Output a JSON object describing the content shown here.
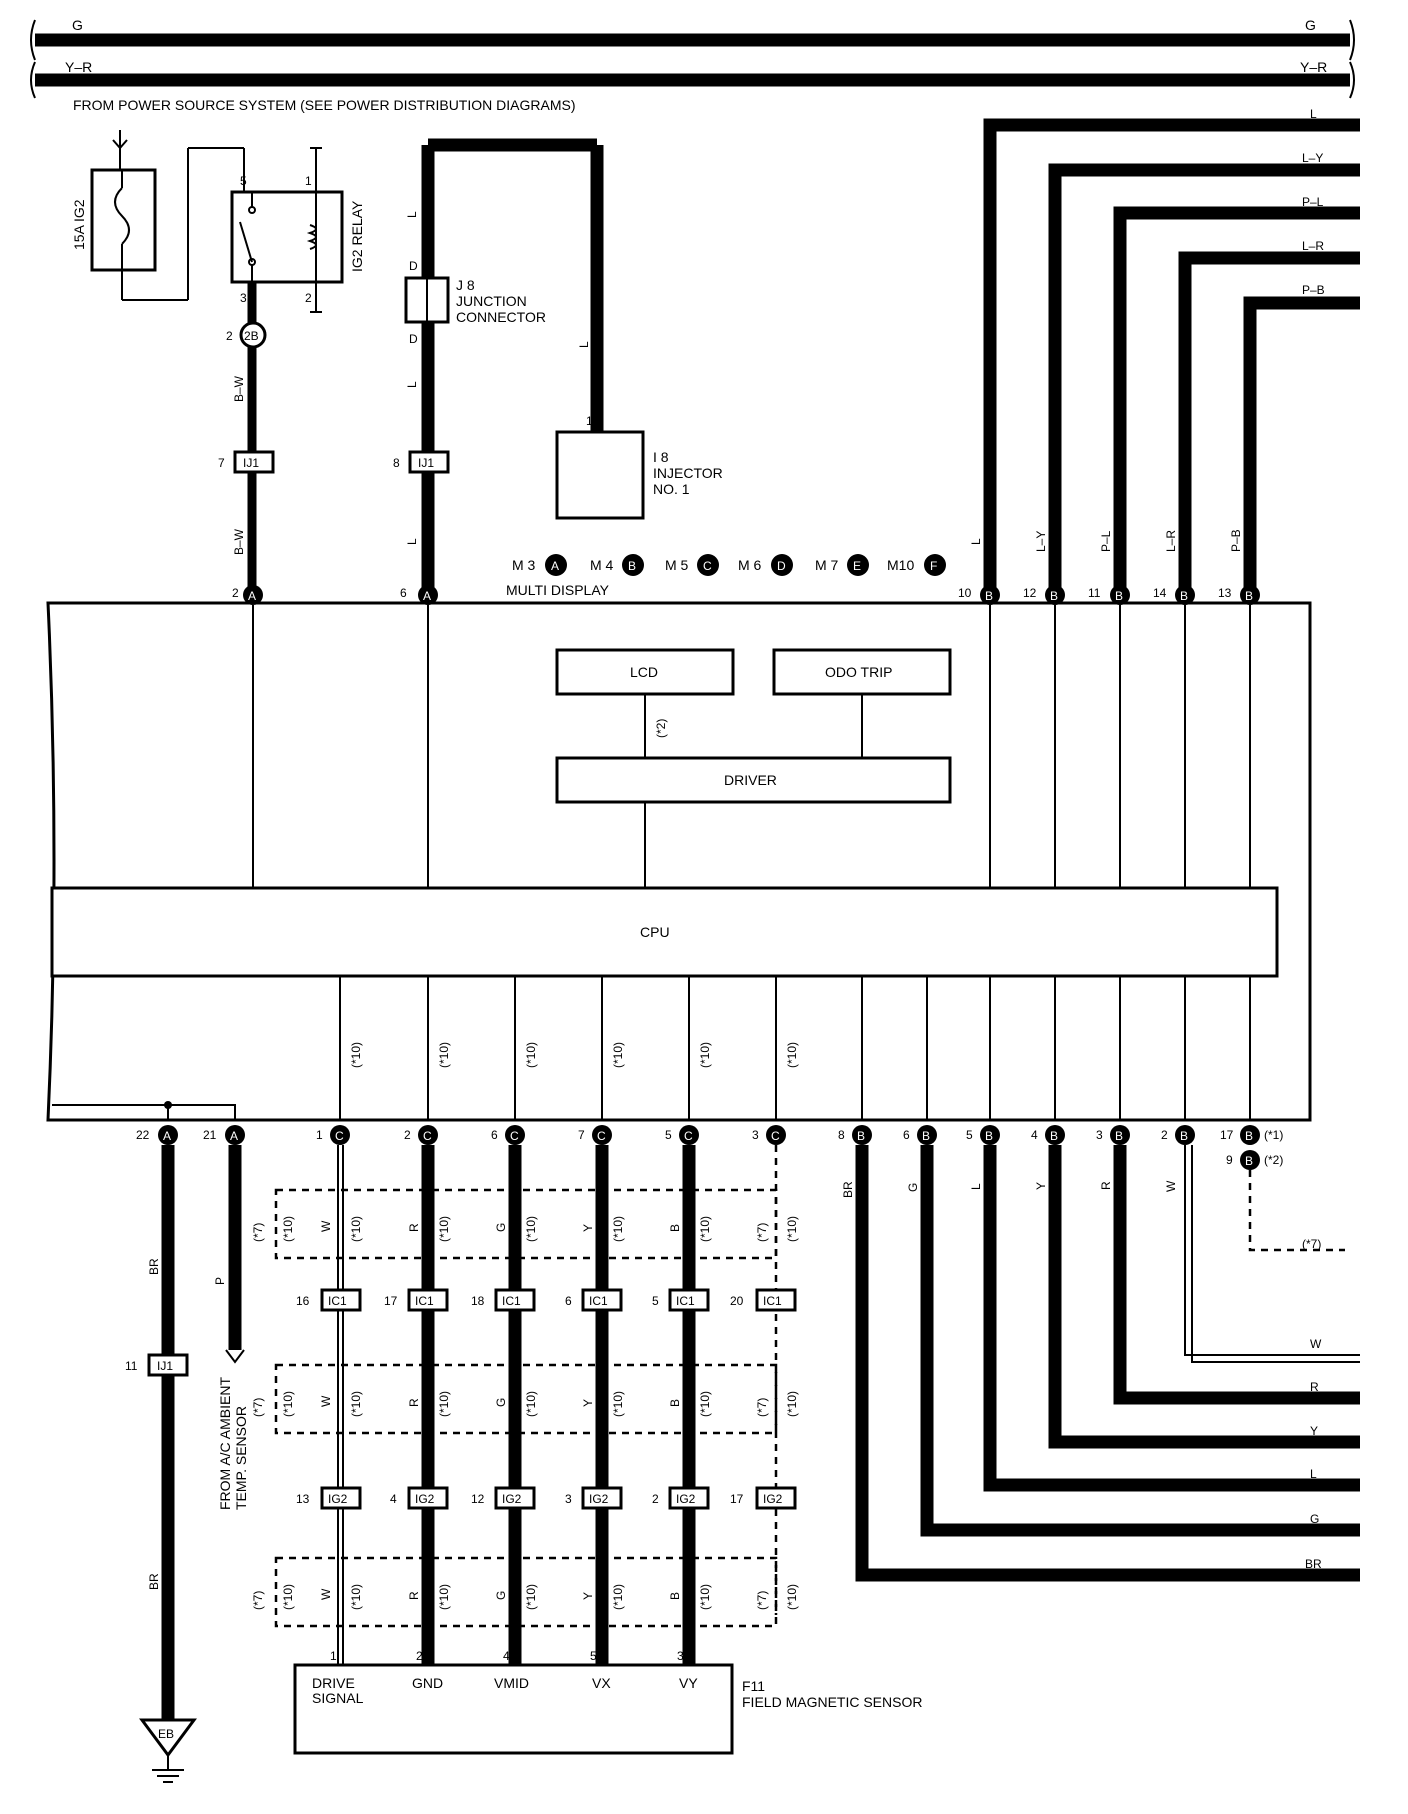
{
  "top_buses": [
    {
      "name": "G",
      "label": "G"
    },
    {
      "name": "Y-R",
      "label": "Y–R"
    }
  ],
  "power_note": "FROM POWER SOURCE SYSTEM (SEE POWER DISTRIBUTION DIAGRAMS)",
  "fuse": {
    "label": "15A IG2"
  },
  "relay": {
    "label": "IG2 RELAY",
    "pins": [
      "5",
      "1",
      "3",
      "2"
    ]
  },
  "relay_connector": {
    "pin": "2",
    "code": "2B"
  },
  "junction": {
    "code": "J 8",
    "name_line1": "JUNCTION",
    "name_line2": "CONNECTOR",
    "pin_top": "D",
    "pin_bottom": "D"
  },
  "injector": {
    "code": "I 8",
    "name_line1": "INJECTOR",
    "name_line2": "NO. 1",
    "pin": "1"
  },
  "ij1_connectors": [
    {
      "pin": "7",
      "code": "IJ1"
    },
    {
      "pin": "8",
      "code": "IJ1"
    },
    {
      "pin": "11",
      "code": "IJ1"
    }
  ],
  "wire_colors_left": {
    "bw_upper": "B–W",
    "bw_lower": "B–W",
    "l1": "L",
    "l2": "L",
    "l3": "L",
    "l4": "L",
    "br1": "BR",
    "br2": "BR",
    "p": "P"
  },
  "multi_display": {
    "title": "MULTI DISPLAY",
    "connectors": [
      {
        "code": "M 3",
        "letter": "A"
      },
      {
        "code": "M 4",
        "letter": "B"
      },
      {
        "code": "M 5",
        "letter": "C"
      },
      {
        "code": "M 6",
        "letter": "D"
      },
      {
        "code": "M 7",
        "letter": "E"
      },
      {
        "code": "M10",
        "letter": "F"
      }
    ],
    "blocks": {
      "lcd": "LCD",
      "odo": "ODO TRIP",
      "driver": "DRIVER",
      "cpu": "CPU",
      "note2": "(*2)"
    },
    "top_pins": [
      {
        "num": "2",
        "letter": "A"
      },
      {
        "num": "6",
        "letter": "A"
      },
      {
        "num": "10",
        "letter": "B"
      },
      {
        "num": "12",
        "letter": "B"
      },
      {
        "num": "11",
        "letter": "B"
      },
      {
        "num": "14",
        "letter": "B"
      },
      {
        "num": "13",
        "letter": "B"
      }
    ],
    "bottom_pins": [
      {
        "num": "22",
        "letter": "A"
      },
      {
        "num": "21",
        "letter": "A"
      },
      {
        "num": "1",
        "letter": "C"
      },
      {
        "num": "2",
        "letter": "C"
      },
      {
        "num": "6",
        "letter": "C"
      },
      {
        "num": "7",
        "letter": "C"
      },
      {
        "num": "5",
        "letter": "C"
      },
      {
        "num": "3",
        "letter": "C"
      },
      {
        "num": "8",
        "letter": "B"
      },
      {
        "num": "6",
        "letter": "B"
      },
      {
        "num": "5",
        "letter": "B"
      },
      {
        "num": "4",
        "letter": "B"
      },
      {
        "num": "3",
        "letter": "B"
      },
      {
        "num": "2",
        "letter": "B"
      },
      {
        "num": "17",
        "letter": "B"
      },
      {
        "num": "9",
        "letter": "B"
      }
    ],
    "note1": "(*1)",
    "note2b": "(*2)",
    "note10": "(*10)"
  },
  "right_top_wires": [
    "L",
    "L–Y",
    "P–L",
    "L–R",
    "P–B"
  ],
  "right_top_vlabels": [
    "L",
    "L–Y",
    "P–L",
    "L–R",
    "P–B"
  ],
  "right_bottom_wires": [
    "W",
    "R",
    "Y",
    "L",
    "G",
    "BR"
  ],
  "right_bottom_vlabels": [
    "BR",
    "G",
    "L",
    "Y",
    "R",
    "W"
  ],
  "note7": "(*7)",
  "ic1": {
    "code": "IC1",
    "pins": [
      "16",
      "17",
      "18",
      "6",
      "5",
      "20"
    ]
  },
  "ig2": {
    "code": "IG2",
    "pins": [
      "13",
      "4",
      "12",
      "3",
      "2",
      "17"
    ]
  },
  "signal_colors": [
    "W",
    "R",
    "G",
    "Y",
    "B"
  ],
  "sensor": {
    "code": "F11",
    "name": "FIELD MAGNETIC SENSOR",
    "terminals": [
      {
        "pin": "1",
        "label1": "DRIVE",
        "label2": "SIGNAL"
      },
      {
        "pin": "2",
        "label1": "GND",
        "label2": ""
      },
      {
        "pin": "4",
        "label1": "VMID",
        "label2": ""
      },
      {
        "pin": "5",
        "label1": "VX",
        "label2": ""
      },
      {
        "pin": "3",
        "label1": "VY",
        "label2": ""
      }
    ]
  },
  "ambient": {
    "line1": "FROM A/C AMBIENT",
    "line2": "TEMP. SENSOR"
  },
  "ground": {
    "code": "EB"
  }
}
